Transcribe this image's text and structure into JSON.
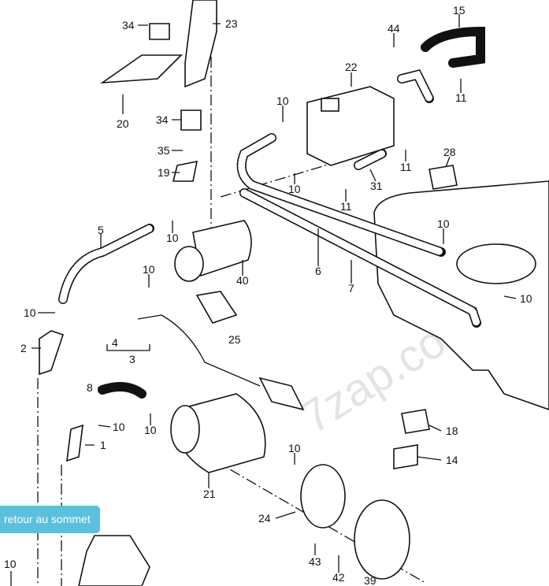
{
  "diagram": {
    "labels": [
      "34",
      "23",
      "20",
      "34",
      "35",
      "19",
      "15",
      "44",
      "22",
      "10",
      "11",
      "28",
      "11",
      "10",
      "11",
      "31",
      "5",
      "10",
      "10",
      "6",
      "7",
      "40",
      "10",
      "10",
      "10",
      "4",
      "3",
      "25",
      "2",
      "8",
      "10",
      "10",
      "18",
      "14",
      "1",
      "10",
      "21",
      "24",
      "43",
      "42",
      "10",
      "39"
    ],
    "watermark": "7zap.com"
  },
  "back_to_top": {
    "label": "retour au sommet",
    "color": "#5bc0de"
  }
}
